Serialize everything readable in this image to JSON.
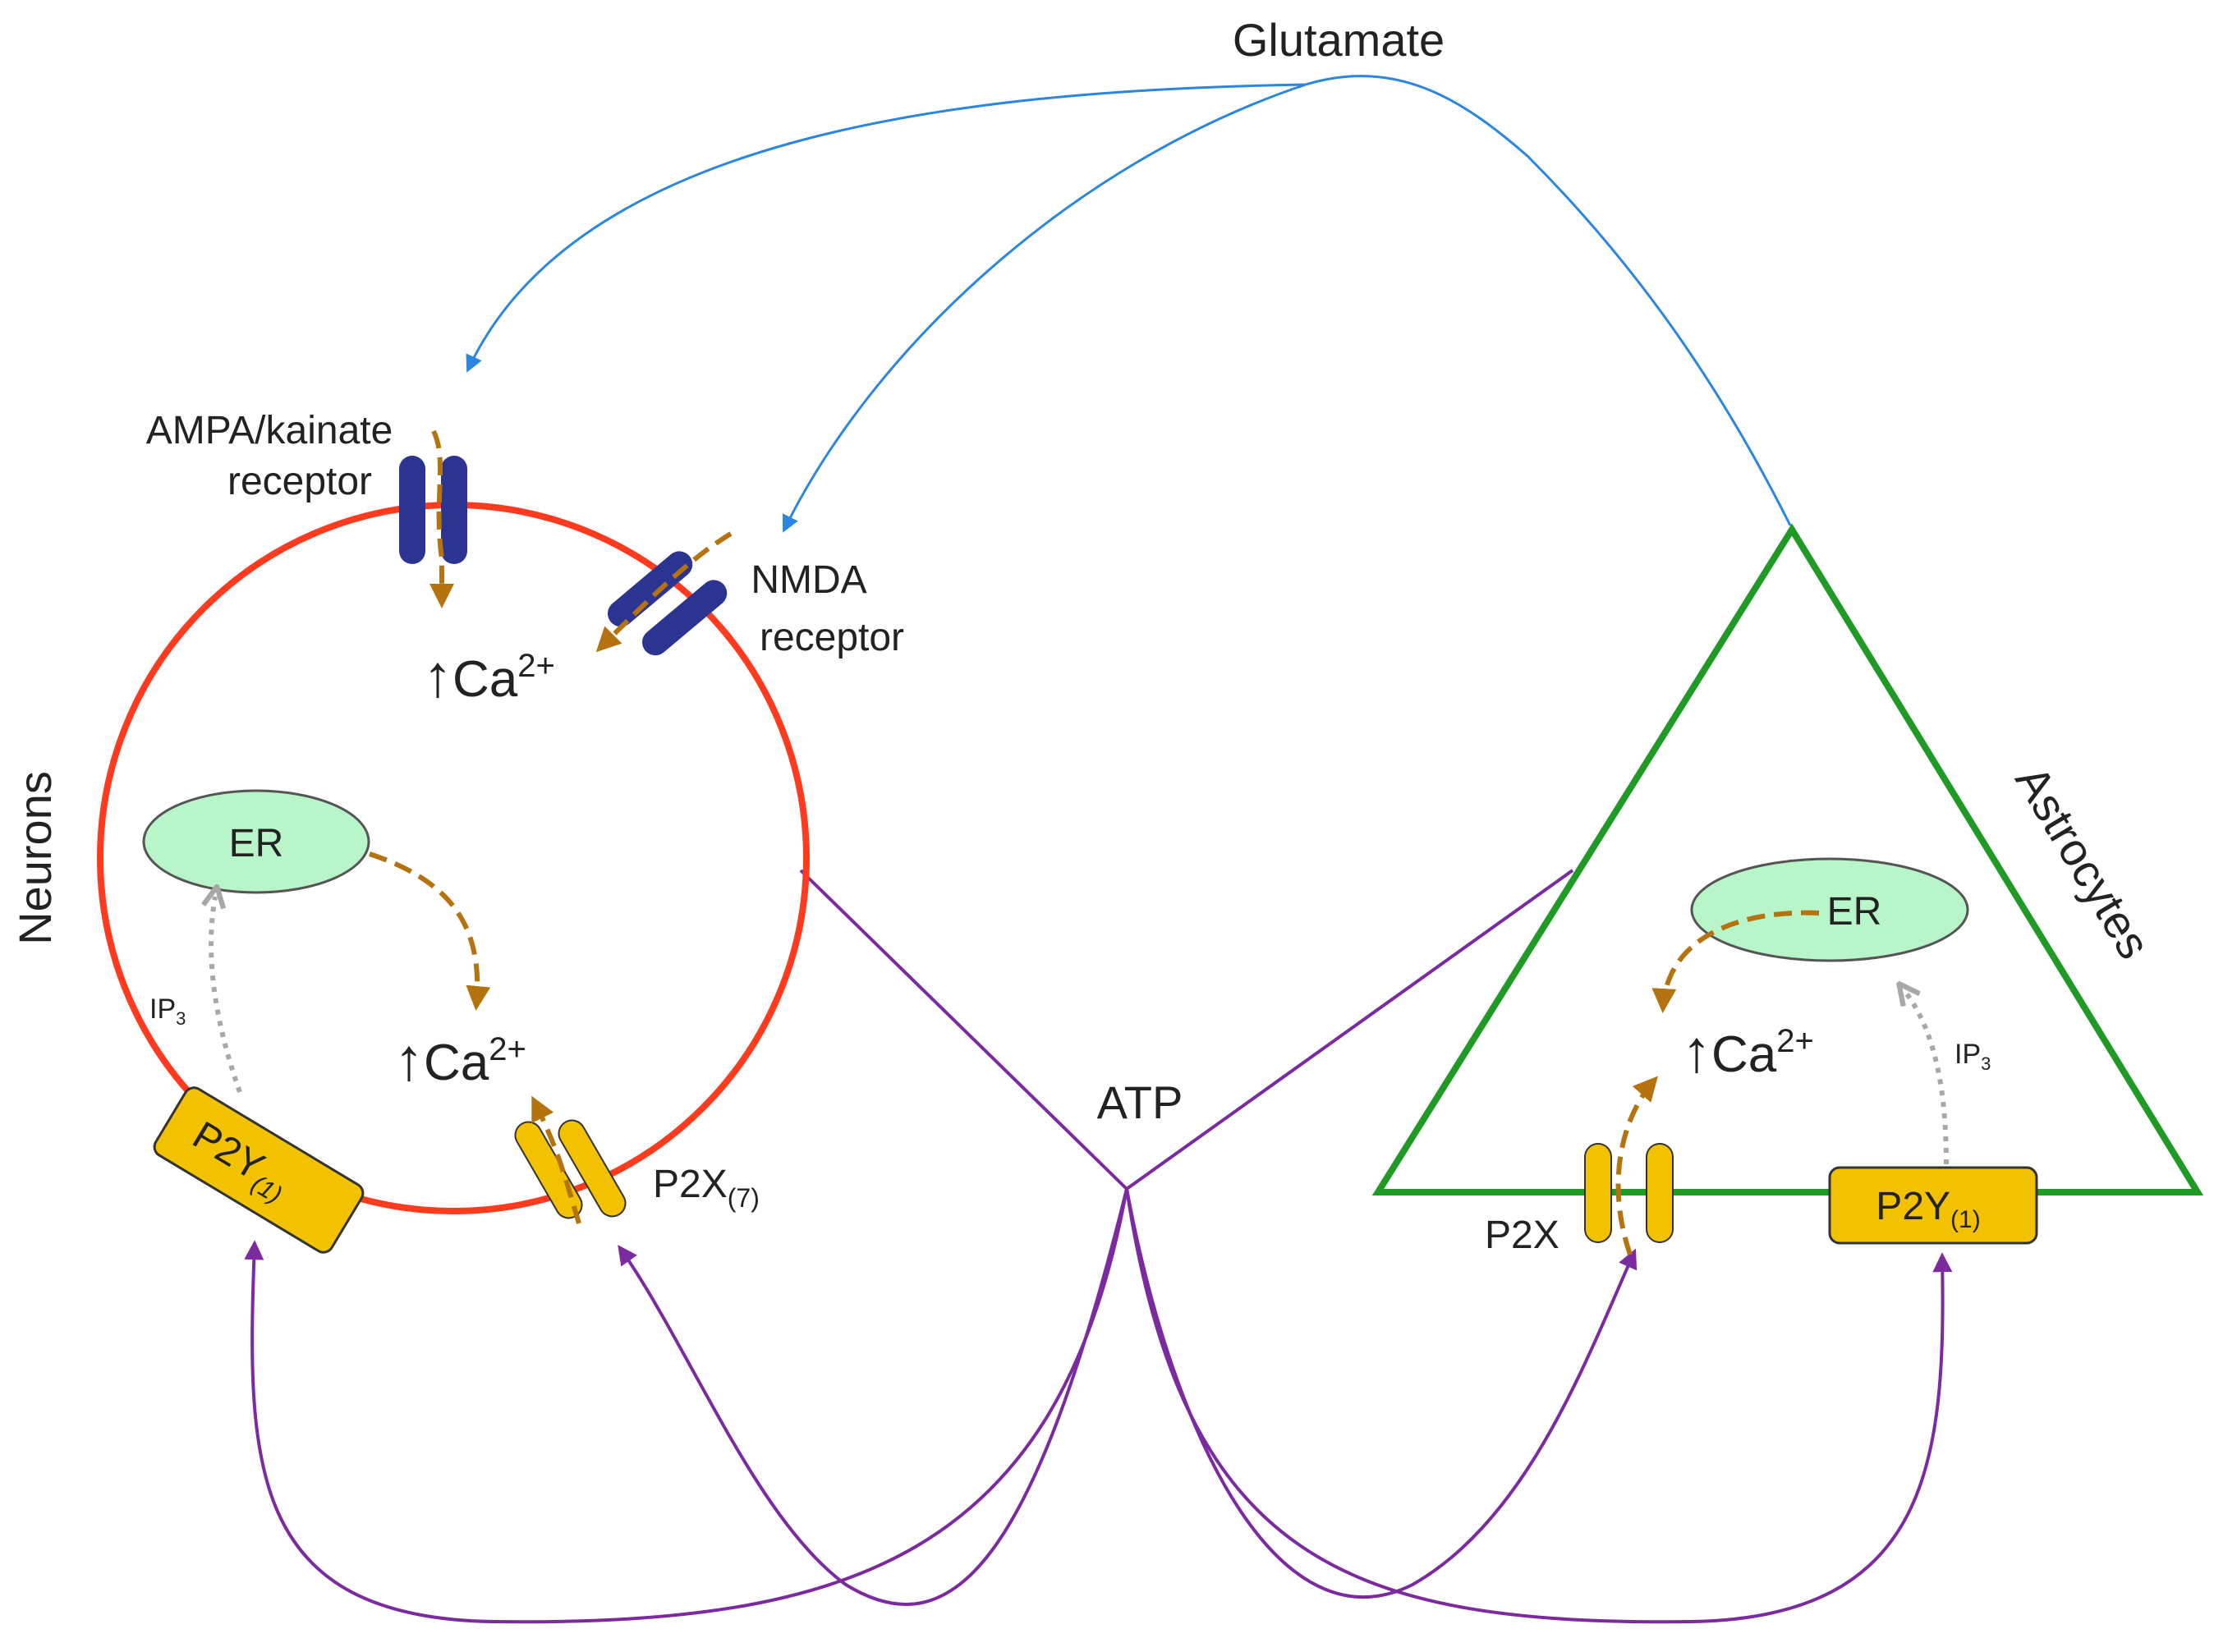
{
  "labels": {
    "glutamate": "Glutamate",
    "atp": "ATP",
    "neurons": "Neurons",
    "astrocytes": "Astrocytes",
    "ampa_line1": "AMPA/kainate",
    "ampa_line2": "receptor",
    "nmda_line1": "NMDA",
    "nmda_line2": "receptor",
    "ca_arrow": "↑",
    "ca_text": "Ca",
    "ca_sup": "2+",
    "er": "ER",
    "ip": "IP",
    "ip_sub": "3",
    "p2y": "P2Y",
    "p2y_sub": "(1)",
    "p2x7": "P2X",
    "p2x7_sub": "(7)",
    "p2x": "P2X"
  },
  "colors": {
    "neuron_membrane": "#ff3b1f",
    "astrocyte_membrane": "#1e9a25",
    "glutamate_arrow": "#2a86e0",
    "atp_line": "#7b2aa0",
    "receptor_blue": "#2b3490",
    "receptor_yellow": "#f2c200",
    "er_fill": "#b8f5c8",
    "calcium_flux": "#b5730f",
    "ip3_arrow": "#a8a8a8"
  }
}
